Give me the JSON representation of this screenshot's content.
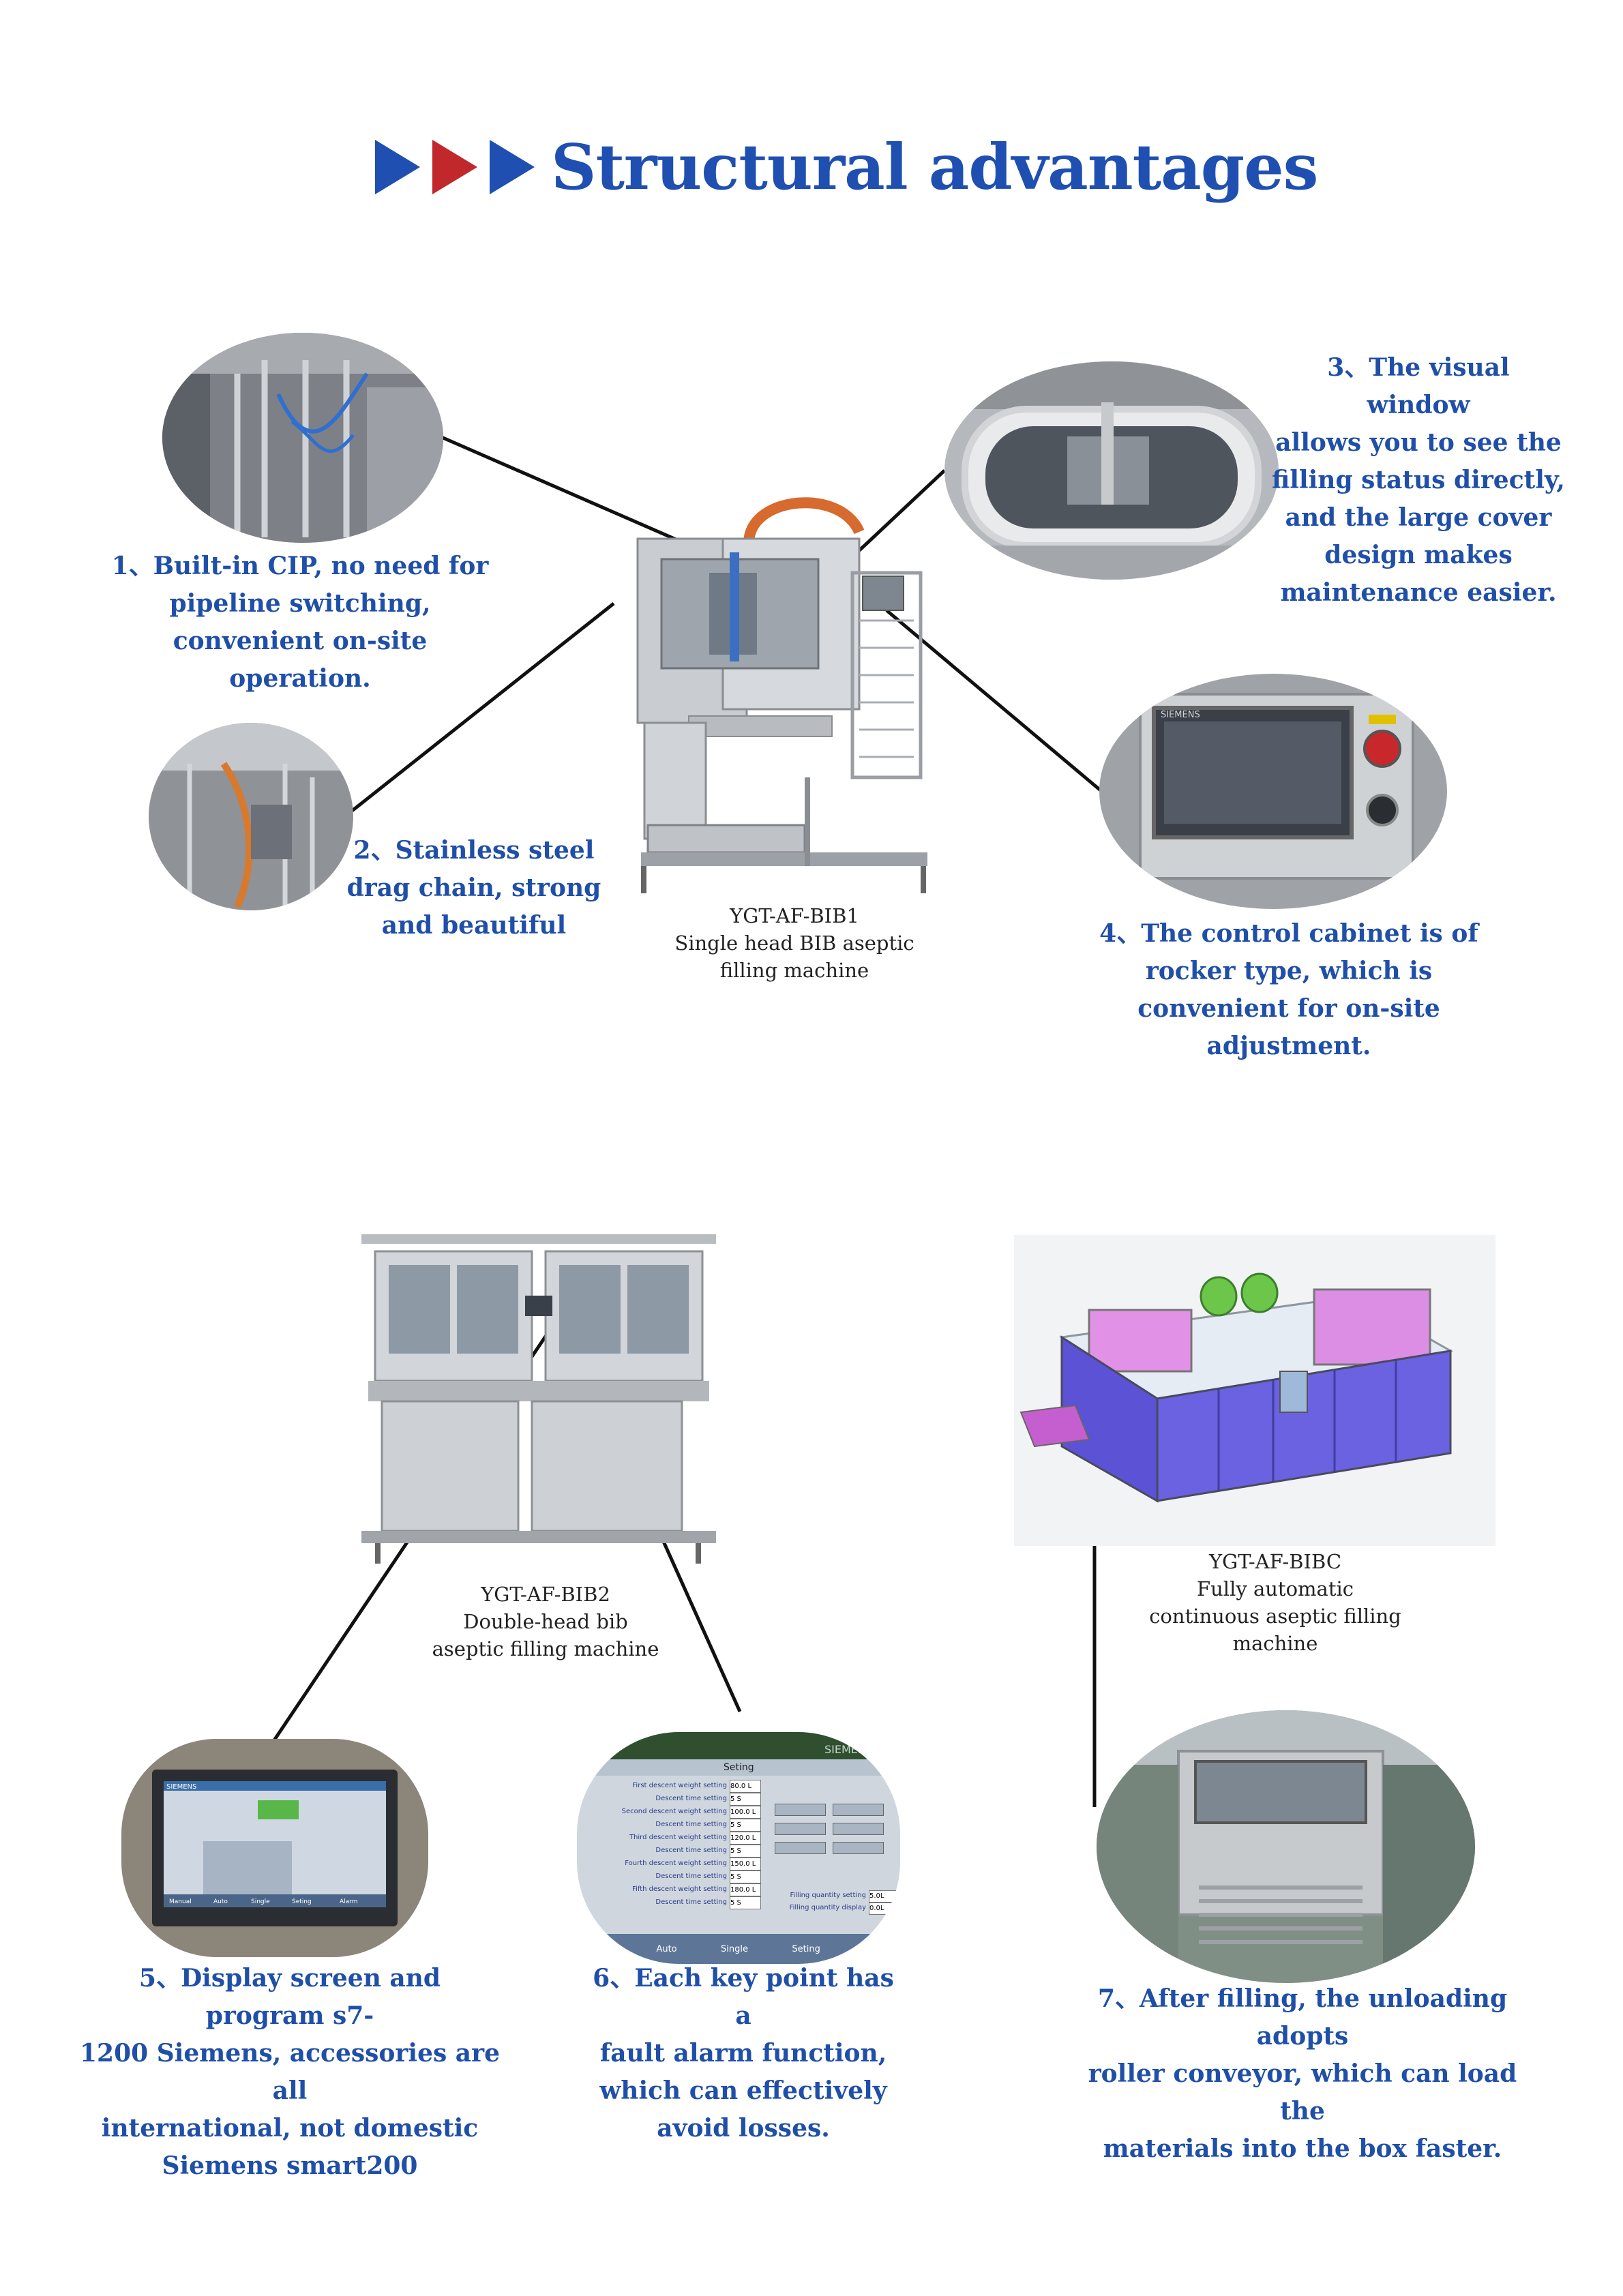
{
  "page": {
    "title": "Structural advantages"
  },
  "colors": {
    "accent_blue": "#1f4fb0",
    "accent_red": "#c0282c",
    "text_blue": "#1f4fa8"
  },
  "machines": [
    {
      "model": "YGT-AF-BIB1",
      "desc_lines": [
        "Single head BIB aseptic",
        "filling machine"
      ]
    },
    {
      "model": "YGT-AF-BIB2",
      "desc_lines": [
        "Double-head bib",
        "aseptic filling machine"
      ]
    },
    {
      "model": "YGT-AF-BIBC",
      "desc_lines": [
        "Fully automatic",
        "continuous aseptic filling",
        "machine"
      ]
    }
  ],
  "features": [
    {
      "lines": [
        "1、Built-in CIP, no need for",
        "pipeline switching,",
        "convenient on-site operation."
      ]
    },
    {
      "lines": [
        "2、Stainless steel",
        "drag chain, strong",
        "and beautiful"
      ]
    },
    {
      "lines": [
        "3、The visual window",
        "allows you to see the",
        "filling status directly,",
        "and the large cover",
        "design makes",
        "maintenance easier."
      ]
    },
    {
      "lines": [
        "4、The control cabinet is of",
        "rocker type, which is",
        "convenient for on-site",
        "adjustment."
      ]
    },
    {
      "lines": [
        "5、Display screen and program s7-",
        "1200 Siemens, accessories are all",
        "international, not domestic",
        "Siemens smart200"
      ]
    },
    {
      "lines": [
        "6、Each key point has a",
        "fault alarm function,",
        "which can effectively",
        "avoid losses."
      ]
    },
    {
      "lines": [
        "7、After filling, the unloading adopts",
        "roller conveyor, which can load the",
        "materials into the box faster."
      ]
    }
  ],
  "hmi_screen": {
    "header": "Seting",
    "brand": "SIEMENS",
    "rows": [
      {
        "label": "First descent weight setting",
        "value": "80.0 L"
      },
      {
        "label": "Descent time setting",
        "value": "5 S"
      },
      {
        "label": "Second descent weight setting",
        "value": "100.0 L"
      },
      {
        "label": "Descent time setting",
        "value": "5 S"
      },
      {
        "label": "Third descent weight setting",
        "value": "120.0 L"
      },
      {
        "label": "Descent time setting",
        "value": "5 S"
      },
      {
        "label": "Fourth descent weight setting",
        "value": "150.0 L"
      },
      {
        "label": "Descent time setting",
        "value": "5 S"
      },
      {
        "label": "Fifth descent weight setting",
        "value": "180.0 L"
      },
      {
        "label": "Descent time setting",
        "value": "5 S"
      }
    ],
    "side": [
      {
        "label": "Filling quantity setting",
        "value": "5.0L"
      },
      {
        "label": "Filling quantity display",
        "value": "0.0L"
      }
    ],
    "tabs": [
      "ual",
      "Auto",
      "Single",
      "Seting",
      "Ala"
    ]
  },
  "display_screen": {
    "brand": "SIEMENS",
    "tabs": [
      "Manual",
      "Auto",
      "Single",
      "Seting",
      "Alarm"
    ]
  },
  "control_panel": {
    "brand": "SIEMENS"
  }
}
